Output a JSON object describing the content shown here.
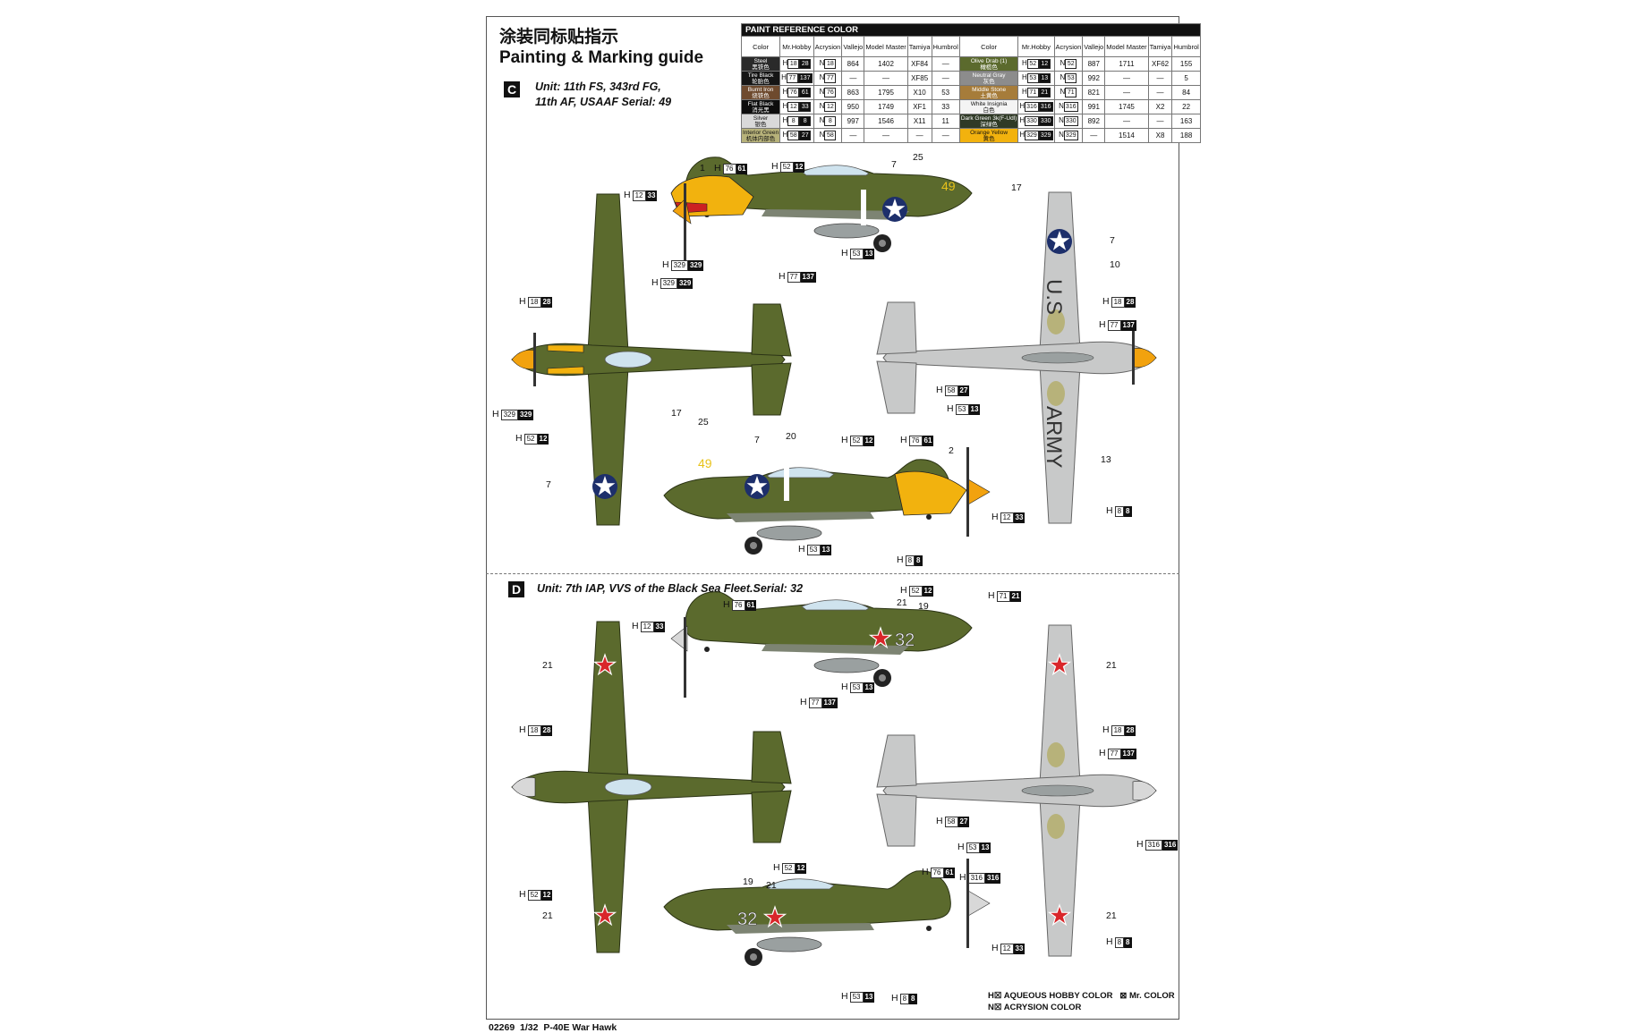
{
  "header": {
    "title_cn": "涂装同标贴指示",
    "title_en": "Painting & Marking guide"
  },
  "unit_c": {
    "letter": "C",
    "line1": "Unit: 11th FS, 343rd FG,",
    "line2": "11th AF, USAAF Serial: 49"
  },
  "unit_d": {
    "letter": "D",
    "line1": "Unit: 7th IAP, VVS of the Black Sea Fleet.Serial: 32"
  },
  "table": {
    "banner": "PAINT  REFERENCE COLOR",
    "headers": [
      "Color",
      "Mr.Hobby",
      "Acrysion",
      "Vallejo",
      "Model Master",
      "Tamiya",
      "Humbrol"
    ],
    "left": [
      {
        "name": "Steel",
        "cn": "黑铁色",
        "h": "18",
        "ha": "28",
        "n": "18",
        "v": "864",
        "mm": "1402",
        "t": "XF84",
        "hu": "—",
        "color": "#2a2a2a",
        "text": "#fff"
      },
      {
        "name": "Tire Black",
        "cn": "轮胎色",
        "h": "77",
        "ha": "137",
        "n": "77",
        "v": "—",
        "mm": "—",
        "t": "XF85",
        "hu": "—",
        "color": "#151515",
        "text": "#fff"
      },
      {
        "name": "Burnt Iron",
        "cn": "烧铁色",
        "h": "76",
        "ha": "61",
        "n": "76",
        "v": "863",
        "mm": "1795",
        "t": "X10",
        "hu": "53",
        "color": "#6e4a2e",
        "text": "#fff"
      },
      {
        "name": "Flat Black",
        "cn": "消光黑",
        "h": "12",
        "ha": "33",
        "n": "12",
        "v": "950",
        "mm": "1749",
        "t": "XF1",
        "hu": "33",
        "color": "#0d0d0d",
        "text": "#fff"
      },
      {
        "name": "Silver",
        "cn": "银色",
        "h": "8",
        "ha": "8",
        "n": "8",
        "v": "997",
        "mm": "1546",
        "t": "X11",
        "hu": "11",
        "color": "#d9d9d9",
        "text": "#111"
      },
      {
        "name": "Interior Green",
        "cn": "机体内部色",
        "h": "58",
        "ha": "27",
        "n": "58",
        "v": "—",
        "mm": "—",
        "t": "—",
        "hu": "—",
        "color": "#b7b27a",
        "text": "#111"
      }
    ],
    "right": [
      {
        "name": "Olive Drab (1)",
        "cn": "橄榄色",
        "h": "52",
        "ha": "12",
        "n": "52",
        "v": "887",
        "mm": "1711",
        "t": "XF62",
        "hu": "155",
        "color": "#5b6a2d",
        "text": "#fff"
      },
      {
        "name": "Neutral Gray",
        "cn": "灰色",
        "h": "53",
        "ha": "13",
        "n": "53",
        "v": "992",
        "mm": "—",
        "t": "—",
        "hu": "5",
        "color": "#8c8c8c",
        "text": "#fff"
      },
      {
        "name": "Middle Stone",
        "cn": "土黄色",
        "h": "71",
        "ha": "21",
        "n": "71",
        "v": "821",
        "mm": "—",
        "t": "—",
        "hu": "84",
        "color": "#a67c3a",
        "text": "#fff"
      },
      {
        "name": "White Insignia",
        "cn": "白色",
        "h": "316",
        "ha": "316",
        "n": "316",
        "v": "991",
        "mm": "1745",
        "t": "X2",
        "hu": "22",
        "color": "#f4f4f4",
        "text": "#111"
      },
      {
        "name": "Dark Green 3k(F-Udl)",
        "cn": "深绿色",
        "h": "330",
        "ha": "330",
        "n": "330",
        "v": "892",
        "mm": "—",
        "t": "—",
        "hu": "163",
        "color": "#2f3a26",
        "text": "#fff"
      },
      {
        "name": "Orange Yellow",
        "cn": "黄色",
        "h": "329",
        "ha": "329",
        "n": "329",
        "v": "—",
        "mm": "1514",
        "t": "X8",
        "hu": "188",
        "color": "#f2b20e",
        "text": "#111"
      }
    ]
  },
  "markings": {
    "serial_c": "49",
    "serial_d": "32",
    "us": "U.S",
    "army": "ARMY"
  },
  "callouts": {
    "c1": "1",
    "c25a": "25",
    "c7a": "7",
    "c17a": "17",
    "c7b": "7",
    "c10": "10",
    "c17b": "17",
    "c25b": "25",
    "c7c": "7",
    "c20": "20",
    "c2": "2",
    "c7d": "7",
    "c13": "13",
    "d21a": "21",
    "d19a": "19",
    "d21b": "21",
    "d21c": "21",
    "d19b": "19",
    "d21d": "21",
    "d21e": "21",
    "d21f": "21"
  },
  "paint_codes": {
    "h76_61": [
      "76",
      "61"
    ],
    "h52_12": [
      "52",
      "12"
    ],
    "h12_33": [
      "12",
      "33"
    ],
    "h329": [
      "329",
      "329"
    ],
    "h53_13": [
      "53",
      "13"
    ],
    "h77_137": [
      "77",
      "137"
    ],
    "h18_28": [
      "18",
      "28"
    ],
    "h58_27": [
      "58",
      "27"
    ],
    "h8_8": [
      "8",
      "8"
    ],
    "h71_21": [
      "71",
      "21"
    ],
    "h316": [
      "316",
      "316"
    ]
  },
  "legend": {
    "h_label": "H",
    "h_text": "AQUEOUS HOBBY COLOR",
    "n_label": "N",
    "n_text": "ACRYSION COLOR",
    "mr_text": "Mr. COLOR"
  },
  "footer": {
    "code": "02269",
    "scale": "1/32",
    "name": "P-40E War Hawk"
  },
  "colors": {
    "olive": "#5b6a2d",
    "gray": "#c8c9c9",
    "yellow": "#f2b20e",
    "spinner": "#f2a20e"
  }
}
